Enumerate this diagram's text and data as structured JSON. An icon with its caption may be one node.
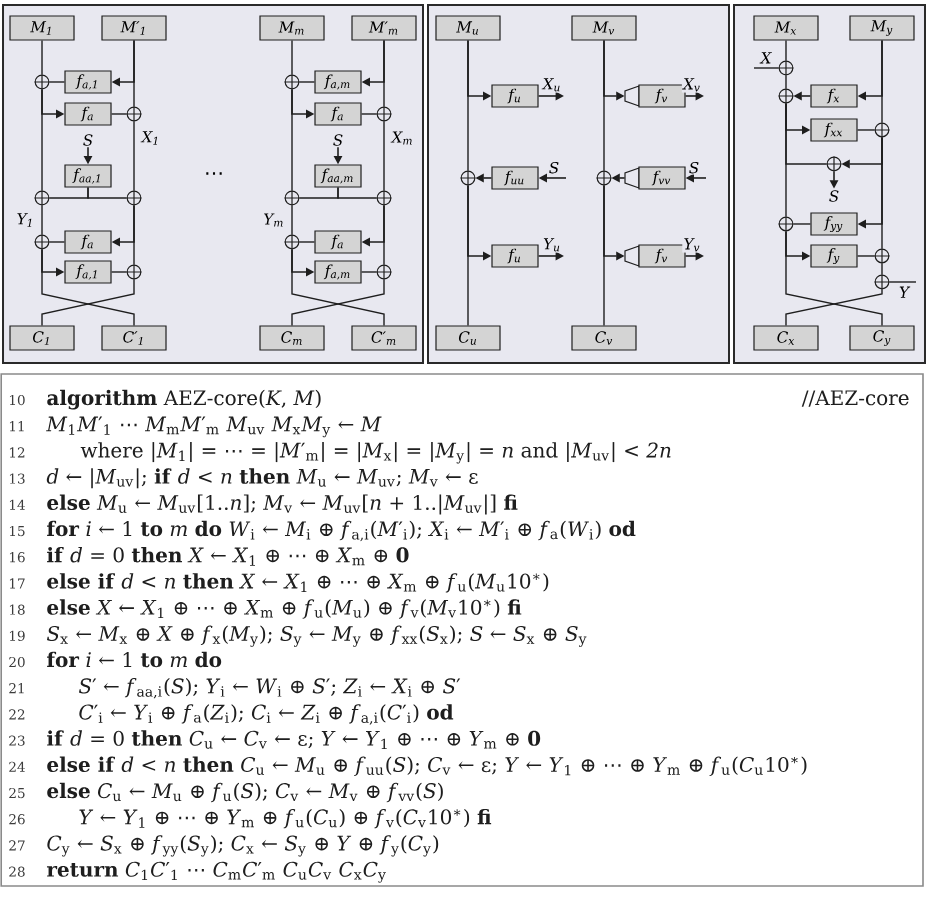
{
  "diagram": {
    "nodes": [
      {
        "text": [],
        "shape": "box"
      },
      {
        "text": [
          "M$_{1}$"
        ],
        "in": 0
      },
      {
        "text": [
          "M′$_{1}$"
        ],
        "in": 0
      },
      {
        "text": [],
        "shape": "circle",
        "in": 0
      },
      {
        "text": [
          "f$_{a,1}$"
        ],
        "in": 0
      },
      {
        "text": [
          "f$_{a}$"
        ],
        "in": 0
      },
      {
        "text": [],
        "shape": "circle",
        "in": 0
      },
      {
        "text": [
          "S"
        ],
        "in": 0
      },
      {
        "text": [
          "f$_{aa,1}$"
        ],
        "in": 0
      },
      {
        "text": [],
        "shape": "circle",
        "in": 0
      },
      {
        "text": [],
        "shape": "circle",
        "in": 0
      },
      {
        "text": [],
        "shape": "circle",
        "in": 0
      },
      {
        "text": [
          "f$_{a}$"
        ],
        "in": 0
      },
      {
        "text": [
          "f$_{a,1}$"
        ],
        "in": 0
      },
      {
        "text": [],
        "shape": "circle",
        "in": 0
      },
      {
        "text": [
          "C$_{1}$"
        ],
        "in": 0
      },
      {
        "text": [
          "C′$_{1}$"
        ],
        "in": 0
      },
      {
        "text": [
          "M$_{m}$"
        ],
        "in": 0
      },
      {
        "text": [
          "M′$_{m}$"
        ],
        "in": 0
      },
      {
        "text": [],
        "shape": "circle",
        "in": 0
      },
      {
        "text": [
          "f$_{a,m}$"
        ],
        "in": 0
      },
      {
        "text": [
          "f$_{a}$"
        ],
        "in": 0
      },
      {
        "text": [],
        "shape": "circle",
        "in": 0
      },
      {
        "text": [
          "S"
        ],
        "in": 0
      },
      {
        "text": [
          "f$_{aa,m}$"
        ],
        "in": 0
      },
      {
        "text": [],
        "shape": "circle",
        "in": 0
      },
      {
        "text": [],
        "shape": "circle",
        "in": 0
      },
      {
        "text": [],
        "shape": "circle",
        "in": 0
      },
      {
        "text": [
          "f$_{a}$"
        ],
        "in": 0
      },
      {
        "text": [
          "f$_{a,m}$"
        ],
        "in": 0
      },
      {
        "text": [],
        "shape": "circle",
        "in": 0
      },
      {
        "text": [
          "C$_{m}$"
        ],
        "in": 0
      },
      {
        "text": [
          "C′$_{m}$"
        ],
        "in": 0
      },
      {
        "text": [],
        "shape": "box"
      },
      {
        "text": [
          "M$_{u}$"
        ],
        "in": 33
      },
      {
        "text": [
          "M$_{v}$"
        ],
        "in": 33
      },
      {
        "text": [
          "f$_{u}$"
        ],
        "in": 33
      },
      {
        "text": [],
        "shape": "trapezoid",
        "in": 33
      },
      {
        "text": [
          "f$_{v}$"
        ],
        "in": 33
      },
      {
        "text": [],
        "shape": "circle",
        "in": 33
      },
      {
        "text": [
          "f$_{uu}$"
        ],
        "in": 33
      },
      {
        "text": [],
        "shape": "circle",
        "in": 33
      },
      {
        "text": [],
        "shape": "trapezoid",
        "in": 33
      },
      {
        "text": [
          "f$_{vv}$"
        ],
        "in": 33
      },
      {
        "text": [
          "f$_{u}$"
        ],
        "in": 33
      },
      {
        "text": [],
        "shape": "trapezoid",
        "in": 33
      },
      {
        "text": [
          "f$_{v}$"
        ],
        "in": 33
      },
      {
        "text": [
          "C$_{u}$"
        ],
        "in": 33
      },
      {
        "text": [
          "C$_{v}$"
        ],
        "in": 33
      },
      {
        "text": [],
        "shape": "box"
      },
      {
        "text": [
          "M$_{x}$"
        ],
        "in": 49
      },
      {
        "text": [
          "M$_{y}$"
        ],
        "in": 49
      },
      {
        "text": [],
        "shape": "circle",
        "in": 49
      },
      {
        "text": [],
        "shape": "circle",
        "in": 49
      },
      {
        "text": [
          "f$_{x}$"
        ],
        "in": 49
      },
      {
        "text": [
          "f$_{xx}$"
        ],
        "in": 49
      },
      {
        "text": [],
        "shape": "circle",
        "in": 49
      },
      {
        "text": [],
        "shape": "circle",
        "in": 49
      },
      {
        "text": [
          "S"
        ],
        "in": 49
      },
      {
        "text": [],
        "shape": "circle",
        "in": 49
      },
      {
        "text": [
          "f$_{yy}$"
        ],
        "in": 49
      },
      {
        "text": [
          "f$_{y}$"
        ],
        "in": 49
      },
      {
        "text": [],
        "shape": "circle",
        "in": 49
      },
      {
        "text": [],
        "shape": "circle",
        "in": 49
      },
      {
        "text": [
          "C$_{x}$"
        ],
        "in": 49
      },
      {
        "text": [
          "C$_{y}$"
        ],
        "in": 49
      }
    ],
    "edges": [
      {
        "from": 1,
        "to": 3,
        "arrow": "none"
      },
      {
        "from": 2,
        "to": 4,
        "arrow": "to"
      },
      {
        "from": 2,
        "to": 6,
        "arrow": "none"
      },
      {
        "from": 4,
        "to": 3,
        "arrow": "none"
      },
      {
        "from": 3,
        "to": 5,
        "arrow": "to"
      },
      {
        "from": 3,
        "to": 9,
        "arrow": "none"
      },
      {
        "from": 5,
        "to": 6,
        "arrow": "none"
      },
      {
        "from": 6,
        "to": 10,
        "arrow": "none",
        "label": "X$_{1}$"
      },
      {
        "from": 7,
        "to": 8,
        "arrow": "to"
      },
      {
        "from": 8,
        "to": 9,
        "arrow": "none"
      },
      {
        "from": 8,
        "to": 10,
        "arrow": "none"
      },
      {
        "from": 9,
        "to": 11,
        "arrow": "none",
        "label": "Y$_{1}$"
      },
      {
        "from": 10,
        "to": 12,
        "arrow": "to"
      },
      {
        "from": 10,
        "to": 14,
        "arrow": "none"
      },
      {
        "from": 12,
        "to": 11,
        "arrow": "none"
      },
      {
        "from": 11,
        "to": 13,
        "arrow": "to"
      },
      {
        "from": 11,
        "to": 16,
        "arrow": "none"
      },
      {
        "from": 13,
        "to": 14,
        "arrow": "none"
      },
      {
        "from": 14,
        "to": 15,
        "arrow": "none"
      },
      {
        "from": 17,
        "to": 19,
        "arrow": "none"
      },
      {
        "from": 18,
        "to": 20,
        "arrow": "to"
      },
      {
        "from": 18,
        "to": 22,
        "arrow": "none"
      },
      {
        "from": 20,
        "to": 19,
        "arrow": "none"
      },
      {
        "from": 19,
        "to": 21,
        "arrow": "to"
      },
      {
        "from": 19,
        "to": 25,
        "arrow": "none"
      },
      {
        "from": 21,
        "to": 22,
        "arrow": "none"
      },
      {
        "from": 22,
        "to": 26,
        "arrow": "none",
        "label": "X$_{m}$"
      },
      {
        "from": 23,
        "to": 24,
        "arrow": "to"
      },
      {
        "from": 24,
        "to": 25,
        "arrow": "none"
      },
      {
        "from": 24,
        "to": 26,
        "arrow": "none"
      },
      {
        "from": 25,
        "to": 27,
        "arrow": "none",
        "label": "Y$_{m}$"
      },
      {
        "from": 26,
        "to": 28,
        "arrow": "to"
      },
      {
        "from": 26,
        "to": 30,
        "arrow": "none"
      },
      {
        "from": 28,
        "to": 27,
        "arrow": "none"
      },
      {
        "from": 27,
        "to": 29,
        "arrow": "to"
      },
      {
        "from": 27,
        "to": 32,
        "arrow": "none"
      },
      {
        "from": 29,
        "to": 30,
        "arrow": "none"
      },
      {
        "from": 30,
        "to": 31,
        "arrow": "none"
      },
      {
        "from": 34,
        "to": 39,
        "arrow": "none"
      },
      {
        "from": 34,
        "to": 36,
        "arrow": "to"
      },
      {
        "from": 36,
        "to": null,
        "arrow": "to",
        "label": "X$_{u}$"
      },
      {
        "from": null,
        "to": 40,
        "arrow": "to",
        "label": "S"
      },
      {
        "from": 40,
        "to": 39,
        "arrow": "to"
      },
      {
        "from": 39,
        "to": 47,
        "arrow": "none"
      },
      {
        "from": 39,
        "to": 44,
        "arrow": "to"
      },
      {
        "from": 44,
        "to": null,
        "arrow": "to",
        "label": "Y$_{u}$"
      },
      {
        "from": 35,
        "to": 41,
        "arrow": "none"
      },
      {
        "from": 35,
        "to": 37,
        "arrow": "to"
      },
      {
        "from": 38,
        "to": null,
        "arrow": "to",
        "label": "X$_{v}$"
      },
      {
        "from": null,
        "to": 43,
        "arrow": "to",
        "label": "S"
      },
      {
        "from": 42,
        "to": 41,
        "arrow": "to"
      },
      {
        "from": 41,
        "to": 48,
        "arrow": "none"
      },
      {
        "from": 41,
        "to": 45,
        "arrow": "to"
      },
      {
        "from": 46,
        "to": null,
        "arrow": "to",
        "label": "Y$_{v}$"
      },
      {
        "from": 50,
        "to": 52,
        "arrow": "none"
      },
      {
        "from": null,
        "to": 52,
        "arrow": "none",
        "label": "X"
      },
      {
        "from": 52,
        "to": 53,
        "arrow": "none"
      },
      {
        "from": 51,
        "to": 54,
        "arrow": "to"
      },
      {
        "from": 54,
        "to": 53,
        "arrow": "to"
      },
      {
        "from": 51,
        "to": 56,
        "arrow": "none"
      },
      {
        "from": 53,
        "to": 55,
        "arrow": "to"
      },
      {
        "from": 55,
        "to": 56,
        "arrow": "none"
      },
      {
        "from": 53,
        "to": 57,
        "arrow": "none"
      },
      {
        "from": 56,
        "to": 57,
        "arrow": "to"
      },
      {
        "from": 57,
        "to": 58,
        "arrow": "to"
      },
      {
        "from": 53,
        "to": 59,
        "arrow": "none"
      },
      {
        "from": 56,
        "to": 60,
        "arrow": "to"
      },
      {
        "from": 60,
        "to": 59,
        "arrow": "none"
      },
      {
        "from": 56,
        "to": 62,
        "arrow": "none"
      },
      {
        "from": 59,
        "to": 61,
        "arrow": "to"
      },
      {
        "from": 61,
        "to": 62,
        "arrow": "none"
      },
      {
        "from": 62,
        "to": 63,
        "arrow": "none"
      },
      {
        "from": null,
        "to": 63,
        "arrow": "none",
        "label": "Y"
      },
      {
        "from": 59,
        "to": 65,
        "arrow": "none"
      },
      {
        "from": 63,
        "to": 64,
        "arrow": "none"
      }
    ],
    "labels": [
      "⋯",
      "10",
      "**algorithm** AEZ-core(*K*, *M*)",
      "//AEZ-core",
      "11",
      "*M*$_{1}$*M*′$_{1}$ ⋯ *M*$_{m}$*M*′$_{m}$ *M*$_{uv}$ *M*$_{x}$*M*$_{y}$ ← *M*",
      "12",
      "where |*M*$_{1}$| = ⋯ = |*M*′$_{m}$| = |*M*$_{x}$| = |*M*$_{y}$| = *n* and |*M*$_{uv}$| < *2n*",
      "13",
      "*d* ← |*M*$_{uv}$|; **if** *d* < *n* **then** *M*$_{u}$ ← *M*$_{uv}$; *M*$_{v}$ ← ε",
      "14",
      "**else** *M*$_{u}$ ← *M*$_{uv}$[1..*n*]; *M*$_{v}$ ← *M*$_{uv}$[*n* + 1..|*M*$_{uv}$|] **fi**",
      "15",
      "**for** *i* ← 1 **to** *m* **do** *W*$_{i}$ ← *M*$_{i}$ ⊕ *f*$_{a,i}$(*M*′$_{i}$); *X*$_{i}$ ← *M*′$_{i}$ ⊕ *f*$_{a}$(*W*$_{i}$) **od**",
      "16",
      "**if** *d* = 0 **then** *X* ← *X*$_{1}$ ⊕ ⋯ ⊕ *X*$_{m}$ ⊕ **0**",
      "17",
      "**else if** *d* < *n* **then** *X* ← *X*$_{1}$ ⊕ ⋯ ⊕ *X*$_{m}$ ⊕ *f*$_{u}$(*M*$_{u}$10$^{∗}$)",
      "18",
      "**else** *X* ← *X*$_{1}$ ⊕ ⋯ ⊕ *X*$_{m}$ ⊕ *f*$_{u}$(*M*$_{u}$) ⊕ *f*$_{v}$(*M*$_{v}$10$^{∗}$) **fi**",
      "19",
      "*S*$_{x}$ ← *M*$_{x}$ ⊕ *X* ⊕ *f*$_{x}$(*M*$_{y}$); *S*$_{y}$ ← *M*$_{y}$ ⊕ *f*$_{xx}$(*S*$_{x}$); *S* ← *S*$_{x}$ ⊕ *S*$_{y}$",
      "20",
      "**for** *i* ← 1 **to** *m* **do**",
      "21",
      "*S*′ ← *f*$_{aa,i}$(*S*); *Y*$_{i}$ ← *W*$_{i}$ ⊕ *S*′; *Z*$_{i}$ ← *X*$_{i}$ ⊕ *S*′",
      "22",
      "*C*′$_{i}$ ← *Y*$_{i}$ ⊕ *f*$_{a}$(*Z*$_{i}$); *C*$_{i}$ ← *Z*$_{i}$ ⊕ *f*$_{a,i}$(*C*′$_{i}$) **od**",
      "23",
      "**if** *d* = 0 **then** *C*$_{u}$ ← *C*$_{v}$ ← ε; *Y* ← *Y*$_{1}$ ⊕ ⋯ ⊕ *Y*$_{m}$ ⊕ **0**",
      "24",
      "**else if** *d* < *n* **then** *C*$_{u}$ ← *M*$_{u}$ ⊕ *f*$_{uu}$(*S*); *C*$_{v}$ ← ε; *Y* ← *Y*$_{1}$ ⊕ ⋯ ⊕ *Y*$_{m}$ ⊕ *f*$_{u}$(*C*$_{u}$10$^{∗}$)",
      "25",
      "**else** *C*$_{u}$ ← *M*$_{u}$ ⊕ *f*$_{u}$(*S*); *C*$_{v}$ ← *M*$_{v}$ ⊕ *f*$_{vv}$(*S*)",
      "26",
      "*Y* ← *Y*$_{1}$ ⊕ ⋯ ⊕ *Y*$_{m}$ ⊕ *f*$_{u}$(*C*$_{u}$) ⊕ *f*$_{v}$(*C*$_{v}$10$^{∗}$) **fi**",
      "27",
      "*C*$_{y}$ ← *S*$_{x}$ ⊕ *f*$_{yy}$(*S*$_{y}$); *C*$_{x}$ ← *S*$_{y}$ ⊕ *Y* ⊕ *f*$_{y}$(*C*$_{y}$)",
      "28",
      "**return** *C*$_{1}$*C*′$_{1}$ ⋯ *C*$_{m}$*C*′$_{m}$ *C*$_{u}$*C*$_{v}$ *C*$_{x}$*C*$_{y}$"
    ]
  }
}
